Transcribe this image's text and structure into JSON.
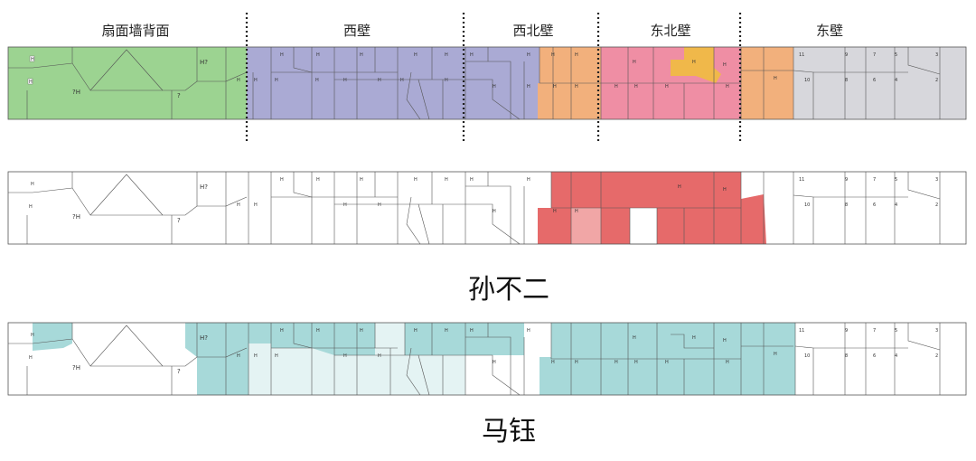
{
  "wall_headers": [
    {
      "id": "fan",
      "label": "扇面墙背面"
    },
    {
      "id": "west",
      "label": "西壁"
    },
    {
      "id": "northwest",
      "label": "西北壁"
    },
    {
      "id": "northeast",
      "label": "东北壁"
    },
    {
      "id": "east",
      "label": "东壁"
    }
  ],
  "rows": [
    {
      "id": "overview",
      "caption": ""
    },
    {
      "id": "sun",
      "caption": "孙不二"
    },
    {
      "id": "ma",
      "caption": "马钰"
    }
  ],
  "panel_marks": {
    "h": "H",
    "q": "?",
    "qh": "?H",
    "hq": "H?",
    "n2": "2",
    "n3": "3",
    "n4": "4",
    "n5": "5",
    "n6": "6",
    "n7": "7",
    "n8": "8",
    "n9": "9",
    "n10": "10",
    "n11": "11"
  },
  "colors": {
    "fan": "#9cd391",
    "west": "#aaaad4",
    "northwest_orange": "#f2b07c",
    "northeast_pink": "#ef8ea4",
    "northeast_gold": "#f0b84a",
    "east_gray": "#d7d7dc",
    "sun_red": "#e66a6a",
    "sun_light": "#f1a6a6",
    "ma_teal": "#a7d9d9",
    "ma_light": "#e4f3f3",
    "outline": "#555555",
    "divider": "#222222"
  }
}
